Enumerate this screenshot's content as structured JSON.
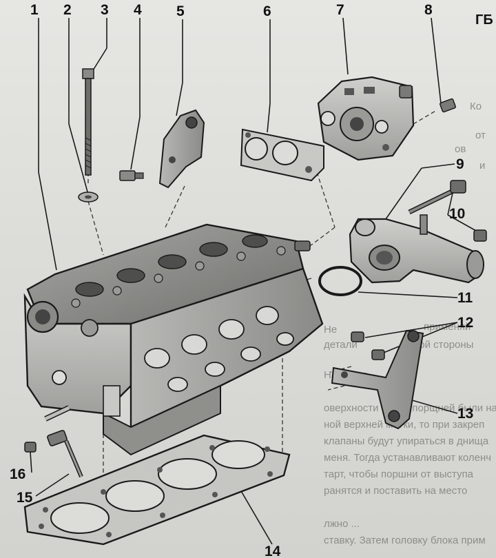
{
  "header_fragment": "ГБ",
  "callouts": [
    {
      "num": "1",
      "part": "cylinder-head"
    },
    {
      "num": "2",
      "part": "washer"
    },
    {
      "num": "3",
      "part": "head-bolt"
    },
    {
      "num": "4",
      "part": "sensor"
    },
    {
      "num": "5",
      "part": "lifting-eye"
    },
    {
      "num": "6",
      "part": "gasket"
    },
    {
      "num": "7",
      "part": "vacuum-pump"
    },
    {
      "num": "8",
      "part": "bolt"
    },
    {
      "num": "9",
      "part": "coolant-flange"
    },
    {
      "num": "10",
      "part": "bolts"
    },
    {
      "num": "11",
      "part": "o-ring"
    },
    {
      "num": "12",
      "part": "bolts"
    },
    {
      "num": "13",
      "part": "bracket"
    },
    {
      "num": "14",
      "part": "head-gasket"
    },
    {
      "num": "15",
      "part": "temperature-sender"
    },
    {
      "num": "16",
      "part": "bolt"
    }
  ],
  "background_text": [
    "Ко",
    "от ",
    "ов",
    "и",
    "Не",
    "применяй",
    "детали",
    "ной стороны",
    "На место",
    "оверхности блока порщней были на",
    "ной верхней метки, то при закреп",
    "клапаны будут упираться в днища",
    "меня. Тогда устанавливают коленч",
    "тарт, чтобы поршни от выступа",
    "ранятся и поставить на место",
    "лжно ...",
    "ставку. Затем головку блока прим"
  ],
  "colors": {
    "ink": "#1a1a1a",
    "paper": "#dcdcd8",
    "metal_light": "#bdbdba",
    "metal_dark": "#6e6e6b"
  }
}
